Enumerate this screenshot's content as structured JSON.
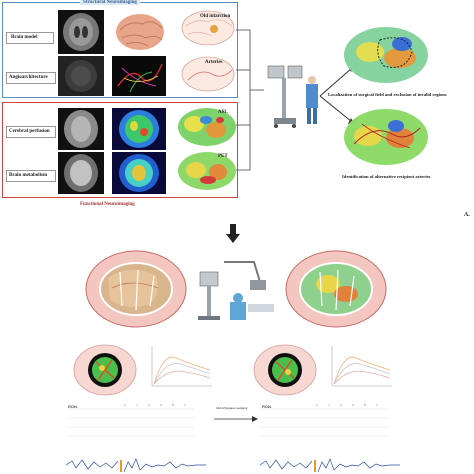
{
  "structural": {
    "title": "Structural Neuroimaging",
    "brain_model": "Brain model",
    "angioarchitecture": "Angioarchitecture",
    "old_infarction": "Old infarction",
    "arteries": "Arteries"
  },
  "functional": {
    "title": "Functional Neuroimaging",
    "cerebral_perfusion": "Cerebral perfusion",
    "brain_metabolism": "Brain metabolism",
    "asl": "ASL",
    "pet": "PET"
  },
  "outcomes": {
    "localization": "Localization of surgical field and exclusion of invalid regions",
    "identification": "Identification of alternative recipient arteries"
  },
  "panel_label": "A.",
  "rois": {
    "left_header": "ROIs",
    "right_header": "ROIs",
    "columns": [
      "1",
      "2",
      "3",
      "4",
      "5",
      "6"
    ],
    "arrow_label": "Aid of bypass surgery"
  },
  "colors": {
    "structural_frame": "#5b8ec4",
    "functional_frame": "#cc4444",
    "arrow_dark": "#333333"
  }
}
